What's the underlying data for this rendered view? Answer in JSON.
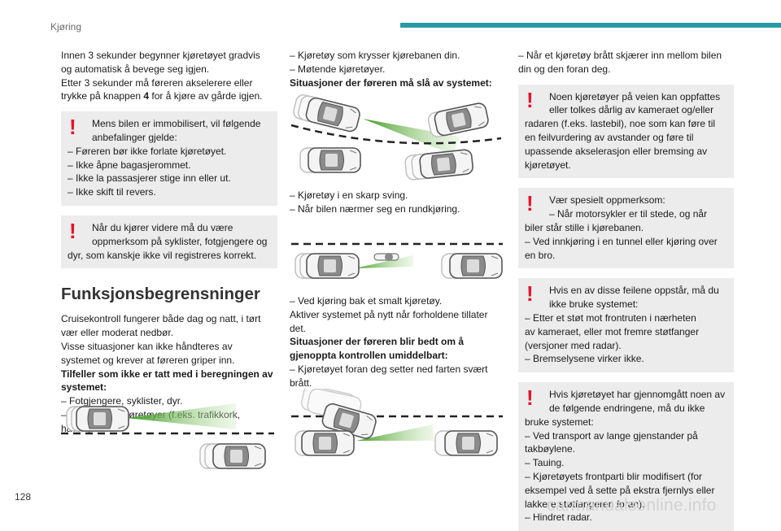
{
  "header": {
    "section_title": "Kjøring"
  },
  "footer": {
    "page_number": "128",
    "watermark": "carmanualsonline.info"
  },
  "colors": {
    "accent": "#2a9ba4",
    "warning": "#e5122a",
    "box_bg": "#ececec",
    "green_beam": "#5aa531"
  },
  "icons": {
    "warning": "exclamation-mark-icon"
  },
  "col1": {
    "intro": [
      "Innen 3 sekunder begynner kjøretøyet gradvis",
      "og automatisk å bevege seg igjen.",
      "Etter 3 sekunder må føreren akselerere eller"
    ],
    "intro_button_pre": "trykke på knappen ",
    "intro_button_num": "4",
    "intro_button_post": " for å kjøre av gårde igjen.",
    "warn1": {
      "lines": [
        "Mens bilen er immobilisert, vil følgende",
        "anbefalinger gjelde:",
        "–  Føreren bør ikke forlate kjøretøyet.",
        "–  Ikke åpne bagasjerommet.",
        "–  Ikke la passasjerer stige inn eller ut.",
        "–  Ikke skift til revers."
      ]
    },
    "warn2": {
      "lines": [
        "Når du kjører videre må du være",
        "oppmerksom på syklister, fotgjengere og",
        "dyr, som kanskje ikke vil registreres korrekt."
      ]
    },
    "heading": "Funksjonsbegrensninger",
    "body": [
      "Cruisekontroll fungerer både dag og natt, i tørt",
      "vær eller moderat nedbør.",
      "Visse situasjoner kan ikke håndteres av",
      "systemet og krever at føreren griper inn."
    ],
    "bold": [
      "Tilfeller som ikke er tatt med i beregningen av",
      "systemet:"
    ],
    "items": [
      "–  Fotgjengere, syklister, dyr.",
      "–  Stasjonære kjøretøyer (f.eks. trafikkork,",
      "havari)."
    ]
  },
  "col2": {
    "top": [
      "–  Kjøretøy som krysser kjørebanen din.",
      "–  Møtende kjøretøyer."
    ],
    "bold1": "Situasjoner der føreren må slå av systemet:",
    "mid": [
      "–  Kjøretøy i en skarp sving.",
      "–  Når bilen nærmer seg en rundkjøring."
    ],
    "low": [
      "–  Ved kjøring bak et smalt kjøretøy.",
      "Aktiver systemet på nytt når forholdene tillater",
      "det."
    ],
    "bold2": [
      "Situasjoner der føreren blir bedt om å",
      "gjenoppta kontrollen umiddelbart:"
    ],
    "last": [
      "–  Kjøretøyet foran deg setter ned farten svært",
      "brått."
    ]
  },
  "col3": {
    "top": [
      "–  Når et kjøretøy brått skjærer inn mellom bilen",
      "din og den foran deg."
    ],
    "warn1": {
      "lines": [
        "Noen kjøretøyer på veien kan oppfattes",
        "eller tolkes dårlig av kameraet og/eller",
        "radaren (f.eks. lastebil), noe som kan føre til",
        "en feilvurdering av avstander og føre til",
        "upassende akselerasjon eller bremsing av",
        "kjøretøyet."
      ]
    },
    "warn2": {
      "lines": [
        "Vær spesielt oppmerksom:",
        "–  Når motorsykler er til stede, og når",
        "biler står stille i kjørebanen.",
        "–  Ved innkjøring i en tunnel eller kjøring over",
        "en bro."
      ]
    },
    "warn3": {
      "lines": [
        "Hvis en av disse feilene oppstår, må du",
        "ikke bruke systemet:",
        "–  Etter et støt mot frontruten i nærheten",
        "av kameraet, eller mot fremre støtfanger",
        "(versjoner med radar).",
        "–  Bremselysene virker ikke."
      ]
    },
    "warn4": {
      "lines": [
        "Hvis kjøretøyet har gjennomgått noen av",
        "de følgende endringene, må du ikke",
        "bruke systemet:",
        "–  Ved transport av lange gjenstander på",
        "takbøylene.",
        "–  Tauing.",
        "–  Kjøretøyets frontparti blir modifisert (for",
        "eksempel ved å sette på ekstra fjernlys eller",
        "lakkere støtfangeren foran).",
        "–  Hindret radar."
      ]
    }
  }
}
